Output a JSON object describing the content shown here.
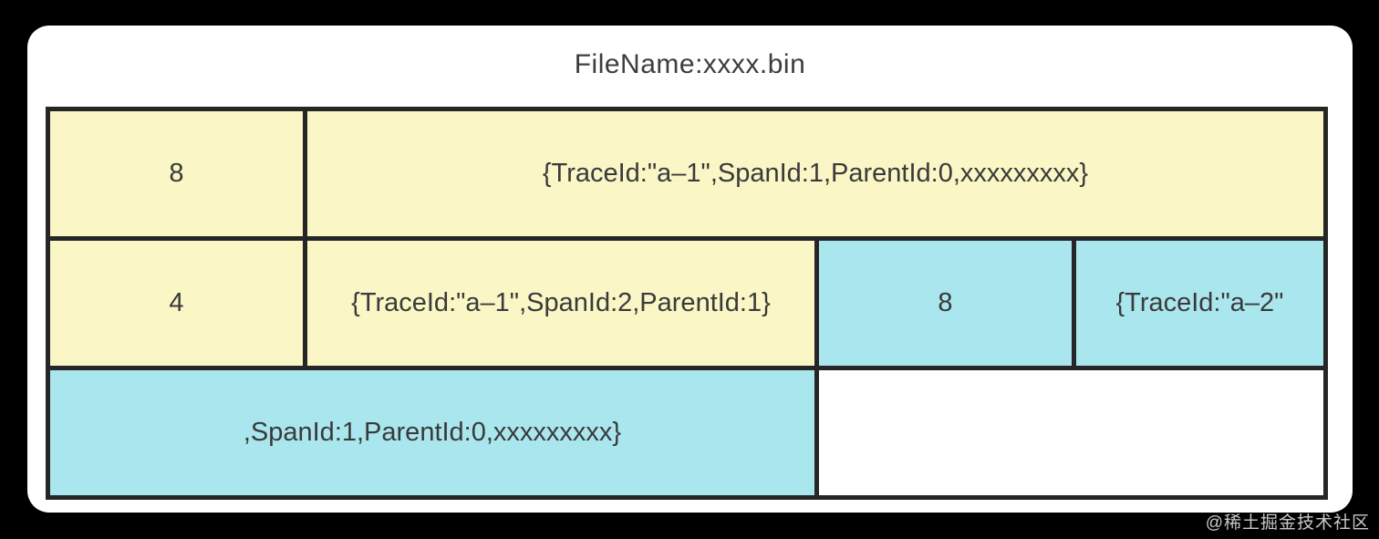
{
  "page": {
    "background_color": "#000000",
    "watermark": "@稀土掘金技术社区"
  },
  "diagram": {
    "title": "FileName:xxxx.bin",
    "colors": {
      "block_yellow": "#faf6c6",
      "block_cyan": "#aae6ed",
      "block_white": "#ffffff",
      "border": "#262626",
      "text": "#3a3a3a"
    },
    "rows": [
      {
        "cells": [
          {
            "label": "8",
            "color": "yellow"
          },
          {
            "label": "{TraceId:\"a–1\",SpanId:1,ParentId:0,xxxxxxxxx}",
            "color": "yellow"
          }
        ]
      },
      {
        "cells": [
          {
            "label": "4",
            "color": "yellow"
          },
          {
            "label": "{TraceId:\"a–1\",SpanId:2,ParentId:1}",
            "color": "yellow"
          },
          {
            "label": "8",
            "color": "cyan"
          },
          {
            "label": "{TraceId:\"a–2\"",
            "color": "cyan"
          }
        ]
      },
      {
        "cells": [
          {
            "label": ",SpanId:1,ParentId:0,xxxxxxxxx}",
            "color": "cyan"
          },
          {
            "label": "",
            "color": "white"
          }
        ]
      }
    ]
  }
}
